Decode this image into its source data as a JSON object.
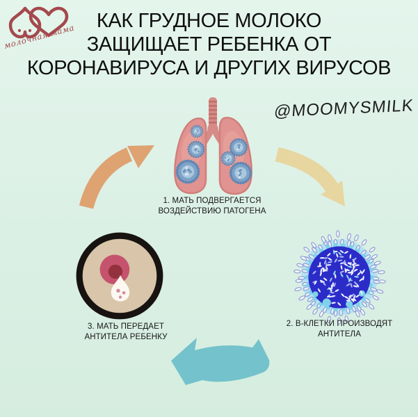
{
  "brand": {
    "logo_text": "молочная мама",
    "color": "#a4494c"
  },
  "title": {
    "lines": [
      "КАК ГРУДНОЕ МОЛОКО",
      "ЗАЩИЩАЕТ РЕБЕНКА ОТ",
      "КОРОНАВИРУСА И ДРУГИХ ВИРУСОВ"
    ],
    "color": "#0f0f0f"
  },
  "handle": {
    "text": "@MOOMYSMILK"
  },
  "cycle": {
    "steps": [
      {
        "id": "1",
        "illustration": "lungs-with-coronavirus-particles",
        "caption_line1": "1. МАТЬ ПОДВЕРГАЕТСЯ",
        "caption_line2": "ВОЗДЕЙСТВИЮ ПАТОГЕНА"
      },
      {
        "id": "2",
        "illustration": "b-cell-producing-antibodies",
        "caption_line1": "2. B-КЛЕТКИ ПРОИЗВОДЯТ",
        "caption_line2": "АНТИТЕЛА"
      },
      {
        "id": "3",
        "illustration": "breast-cell-with-milk-drop",
        "caption_line1": "3. МАТЬ ПЕРЕДАЕТ",
        "caption_line2": "АНТИТЕЛА РЕБЕНКУ"
      }
    ],
    "arrows": [
      {
        "from": "3",
        "to": "1",
        "direction": "up-right",
        "color": "#dfa271"
      },
      {
        "from": "1",
        "to": "2",
        "direction": "down-right",
        "color": "#e8d6a0"
      },
      {
        "from": "2",
        "to": "3",
        "direction": "left",
        "color": "#74c2cb"
      }
    ]
  },
  "palette": {
    "background": "#dbf0e5",
    "lung_pink": "#e09390",
    "lung_edge": "#d07f7b",
    "trachea": "#d78b86",
    "trachea_stripe": "#c06f6b",
    "virus_ring": "#5d87b6",
    "virus_body": "#7ba3c8",
    "virus_inner": "#a9c7dd",
    "bcell_core": "#2b2cc8",
    "bcell_halo": "#afe0f1",
    "antibody_stroke": "#8a8fd2",
    "cell_tan": "#d8c5aa",
    "cell_pink": "#c5536d",
    "cell_nucleus": "#93313f",
    "milk_drop": "#fdf9f0",
    "outline_black": "#171310"
  }
}
